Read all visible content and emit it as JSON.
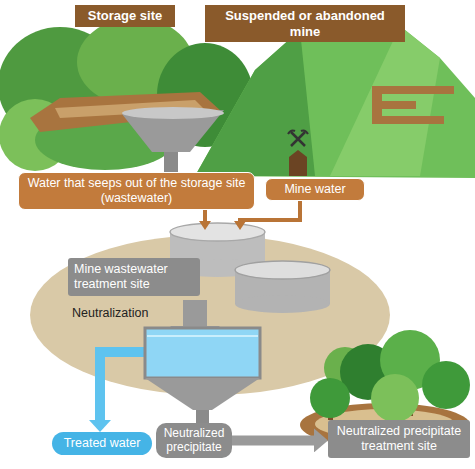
{
  "diagram": {
    "nodes": [
      {
        "text": [
          "Storage site"
        ]
      },
      {
        "text": [
          "Suspended or abandoned mine"
        ]
      },
      {
        "text": [
          "Water that seeps out of the storage site (wastewater)"
        ]
      },
      {
        "text": [
          "Mine water"
        ]
      },
      {
        "text": [
          "Neutralization"
        ]
      },
      {
        "text": [
          "Mine wastewater treatment site"
        ],
        "in": 4
      },
      {
        "text": [
          "Treated water"
        ]
      },
      {
        "text": [
          "Neutralized precipitate"
        ]
      },
      {
        "text": [
          "Neutralized precipitate treatment site"
        ]
      }
    ],
    "edges": [
      {
        "from": 2,
        "to": 4,
        "arrow": "to"
      },
      {
        "from": 3,
        "to": 4,
        "arrow": "to"
      },
      {
        "from": 4,
        "to": 6,
        "arrow": "to"
      },
      {
        "from": 7,
        "to": 8,
        "arrow": "to"
      }
    ]
  }
}
